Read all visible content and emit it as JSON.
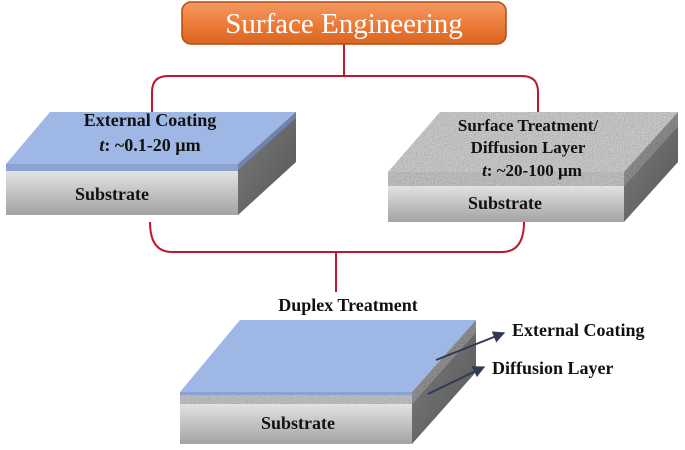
{
  "title": "Surface Engineering",
  "blocks": {
    "coating": {
      "label_line1": "External Coating",
      "label_line2_prefix": "t",
      "label_line2_rest": ": ~0.1-20 µm",
      "substrate": "Substrate"
    },
    "treatment": {
      "label_line1": "Surface Treatment/",
      "label_line2": "Diffusion Layer",
      "label_line3_prefix": "t",
      "label_line3_rest": ": ~20-100 µm",
      "substrate": "Substrate"
    },
    "duplex": {
      "title": "Duplex Treatment",
      "substrate": "Substrate",
      "pointer_coating": "External Coating",
      "pointer_diffusion": "Diffusion Layer"
    }
  },
  "colors": {
    "title_fill": "#ee7d3b",
    "title_border": "#b54a12",
    "title_text": "#ffffff",
    "connector": "#c0172c",
    "coating": "#9fb7e4",
    "substrate_light": "#d6d6d6",
    "substrate_dark": "#8a8a8a",
    "arrow": "#2f3a56"
  }
}
